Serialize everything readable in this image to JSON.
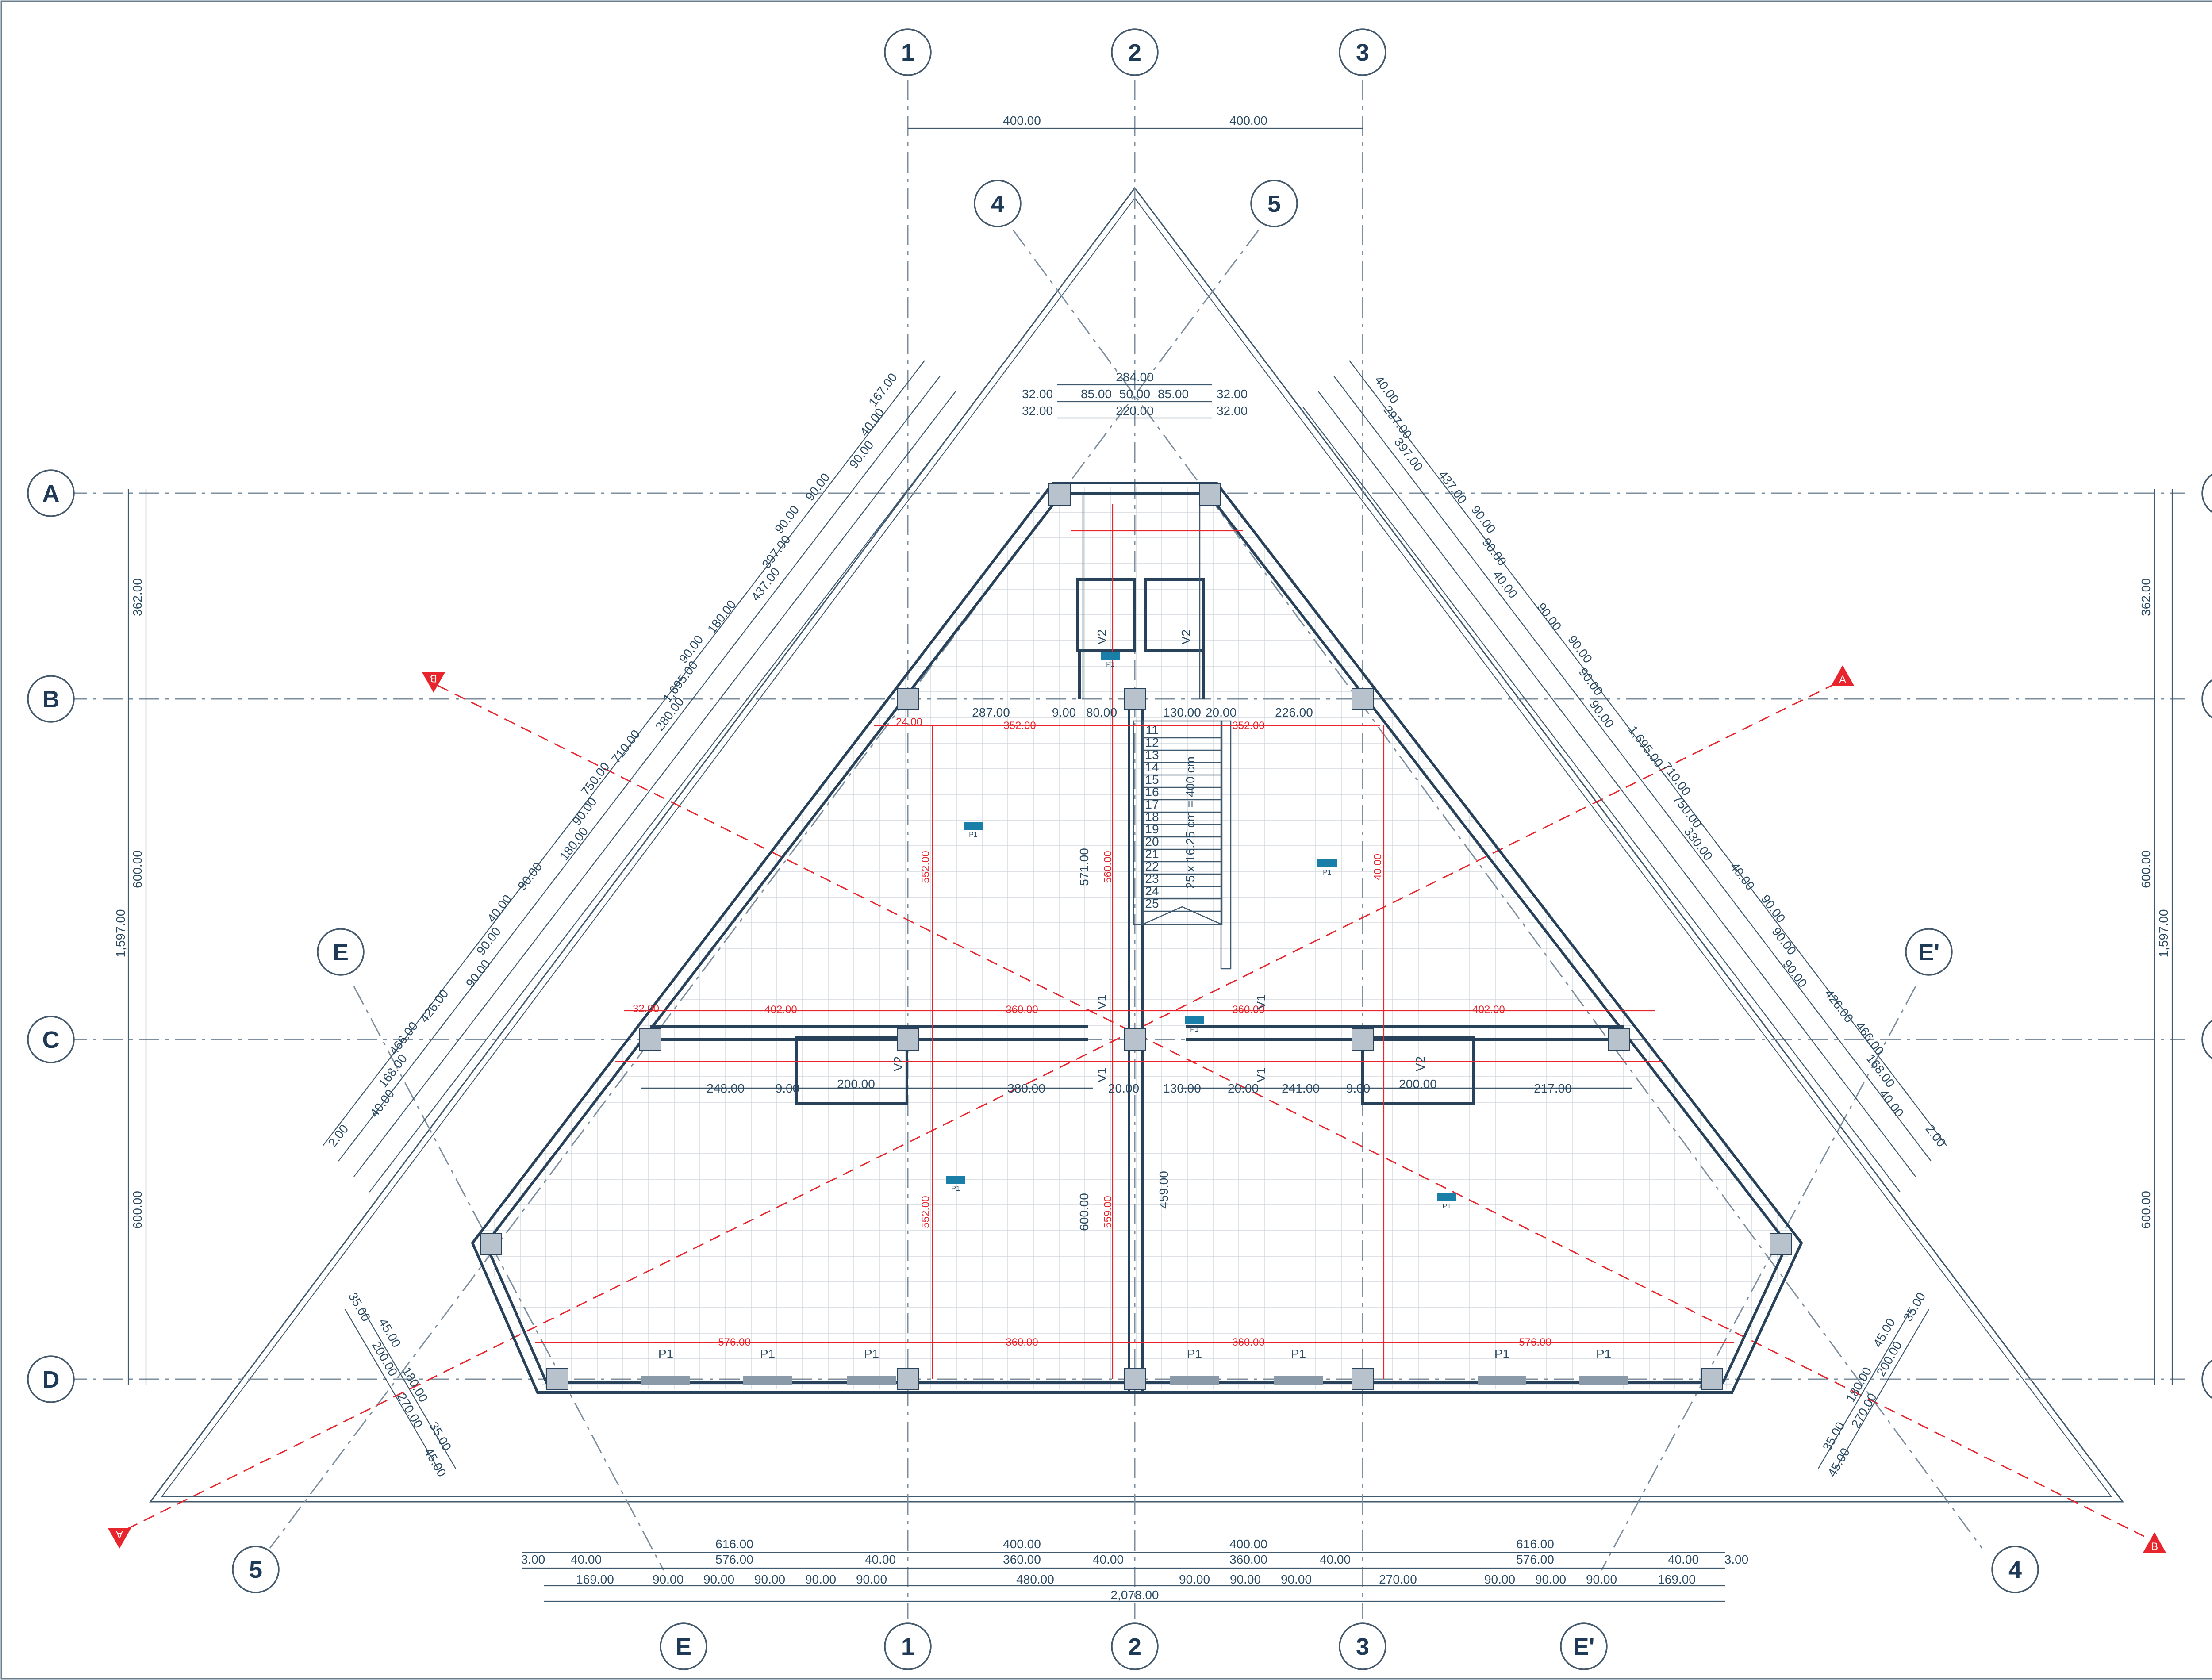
{
  "grid_labels": {
    "rows": [
      "A",
      "B",
      "C",
      "D"
    ],
    "cols": [
      "1",
      "2",
      "3"
    ],
    "diag": [
      "4",
      "5",
      "E",
      "E'"
    ]
  },
  "section_marks": [
    "A",
    "A",
    "B",
    "B"
  ],
  "dims_top": [
    "400.00",
    "400.00",
    "284.00",
    "32.00",
    "85.00",
    "50.00",
    "85.00",
    "32.00",
    "32.00",
    "220.00",
    "32.00"
  ],
  "dims_left_vertical": [
    "362.00",
    "600.00",
    "600.00",
    "1,597.00"
  ],
  "dims_right_vertical": [
    "362.00",
    "600.00",
    "600.00",
    "1,597.00"
  ],
  "dims_left_diag": [
    "167.00",
    "40.00",
    "90.00",
    "90.00",
    "90.00",
    "397.00",
    "437.00",
    "180.00",
    "90.00",
    "1,695.00",
    "280.00",
    "710.00",
    "750.00",
    "90.00",
    "180.00",
    "90.00",
    "40.00",
    "90.00",
    "90.00",
    "426.00",
    "466.00",
    "168.00",
    "40.00",
    "2.00"
  ],
  "dims_right_diag": [
    "40.00",
    "297.00",
    "397.00",
    "437.00",
    "90.00",
    "90.00",
    "40.00",
    "90.00",
    "90.00",
    "90.00",
    "90.00",
    "1,695.00",
    "710.00",
    "750.00",
    "330.00",
    "40.00",
    "90.00",
    "90.00",
    "90.00",
    "426.00",
    "466.00",
    "168.00",
    "40.00",
    "2.00"
  ],
  "dims_small_left": [
    "35.00",
    "45.00",
    "200.00",
    "180.00",
    "270.00",
    "35.00",
    "45.00"
  ],
  "dims_small_right": [
    "35.00",
    "45.00",
    "200.00",
    "180.00",
    "270.00",
    "35.00",
    "45.00"
  ],
  "dims_bottom_row1": [
    "616.00",
    "400.00",
    "400.00",
    "616.00"
  ],
  "dims_bottom_row2": [
    "3.00",
    "40.00",
    "576.00",
    "40.00",
    "360.00",
    "40.00",
    "360.00",
    "40.00",
    "576.00",
    "40.00",
    "3.00"
  ],
  "dims_bottom_row3": [
    "169.00",
    "90.00",
    "90.00",
    "90.00",
    "90.00",
    "90.00",
    "480.00",
    "90.00",
    "90.00",
    "90.00",
    "270.00",
    "90.00",
    "90.00",
    "90.00",
    "169.00"
  ],
  "dims_bottom_total": "2,078.00",
  "dims_interior": [
    "287.00",
    "9.00",
    "80.00",
    "130.00",
    "20.00",
    "226.00",
    "352.00",
    "352.00",
    "402.00",
    "360.00",
    "360.00",
    "402.00",
    "248.00",
    "9.00",
    "380.00",
    "20.00",
    "130.00",
    "20.00",
    "241.00",
    "9.00",
    "217.00",
    "200.00",
    "200.00",
    "576.00",
    "360.00",
    "360.00",
    "576.00",
    "571.00",
    "560.00",
    "459.00",
    "600.00",
    "559.00",
    "552.00",
    "552.00",
    "40.00",
    "24.00",
    "32.00"
  ],
  "stair_steps": [
    "11",
    "12",
    "13",
    "14",
    "15",
    "16",
    "17",
    "18",
    "19",
    "20",
    "21",
    "22",
    "23",
    "24",
    "25"
  ],
  "stair_note": "25 x 16.25 cm = 400 cm",
  "window_tags": [
    "P1",
    "P1",
    "P1",
    "P1",
    "P1",
    "P1",
    "P1",
    "P1"
  ],
  "room_tags": [
    "P1",
    "P1",
    "P1",
    "P1",
    "P1",
    "P1"
  ],
  "door_tags": [
    "V1",
    "V1",
    "V1",
    "V1",
    "V2",
    "V2",
    "V2",
    "V2"
  ]
}
